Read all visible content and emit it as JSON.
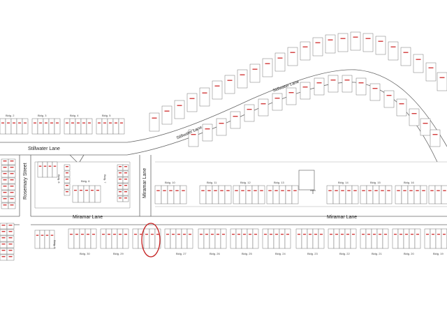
{
  "streets": {
    "stillwater_lane_west": "Stillwater Lane",
    "stillwater_lane_curve_a": "Stillwater Lane",
    "stillwater_lane_curve_b": "Stillwater Lane",
    "rosemary_street": "Rosemary Street",
    "miramar_lane_vertical": "Miramar Lane",
    "miramar_lane_west": "Miramar Lane",
    "miramar_lane_east": "Miramar Lane"
  },
  "buildings_top_row": [
    "Bldg. 2",
    "Bldg. 3",
    "Bldg. 4",
    "Bldg. 5"
  ],
  "buildings_middle_row": [
    "Bldg. 10",
    "Bldg. 11",
    "Bldg. 12",
    "Bldg. 13",
    "Bldg. 14",
    "Bldg. 15",
    "Bldg. 16"
  ],
  "buildings_bottom_row": [
    "Bldg. 30",
    "Bldg. 29",
    "Bldg. 27",
    "Bldg. 26",
    "Bldg. 25",
    "Bldg. 24",
    "Bldg. 23",
    "Bldg. 22",
    "Bldg. 21",
    "Bldg. 20",
    "Bldg. 19"
  ],
  "buildings_other": [
    "Bldg. 6",
    "Bldg. 8",
    "Bldg. 7",
    "Bldg. 9"
  ],
  "colors": {
    "line": "#555555",
    "unit_number": "#d23a3a",
    "highlight": "#c41f1f"
  }
}
